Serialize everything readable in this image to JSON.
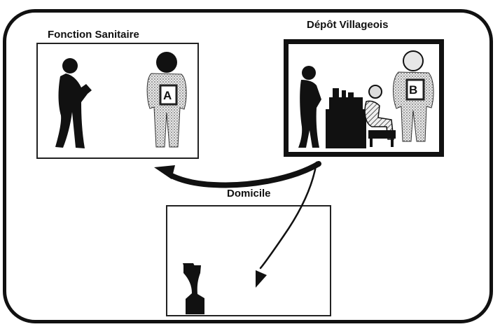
{
  "labels": {
    "health": "Fonction Sanitaire",
    "depot": "Dépôt Villageois",
    "home": "Domicile"
  },
  "badges": {
    "a": "A",
    "b": "B"
  },
  "icons": {
    "health_patient": "standing-person-icon",
    "health_worker": "person-with-card-icon",
    "depot_client": "standing-person-icon",
    "depot_seller": "seated-person-icon",
    "depot_worker": "person-with-card-icon",
    "home_item": "mortar-pestle-icon"
  }
}
